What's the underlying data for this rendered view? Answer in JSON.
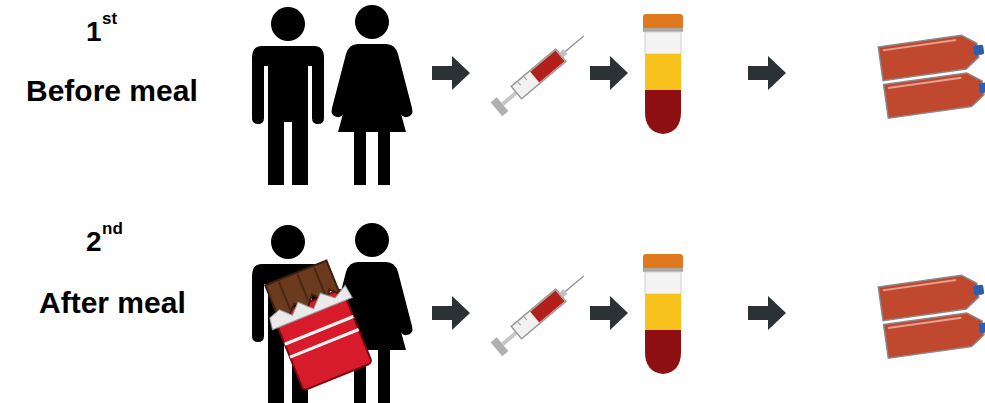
{
  "diagram": {
    "labels": [
      "1",
      "st",
      "Before meal",
      "2",
      "nd",
      "After meal"
    ]
  }
}
